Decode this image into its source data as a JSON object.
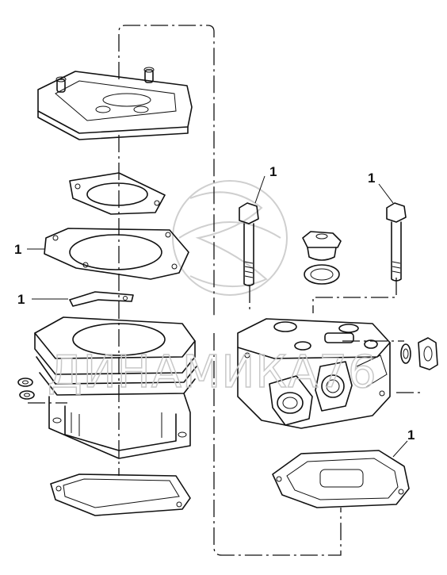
{
  "callouts": {
    "gasket_cyl_left": "1",
    "plate_left": "1",
    "bolt_top_center": "1",
    "bolt_top_right": "1",
    "gasket_bottom_right": "1"
  },
  "watermark": {
    "text": "ДИНАМИКА76"
  },
  "colors": {
    "line": "#111111",
    "watermark": "#c8c8c8",
    "background": "#ffffff"
  }
}
